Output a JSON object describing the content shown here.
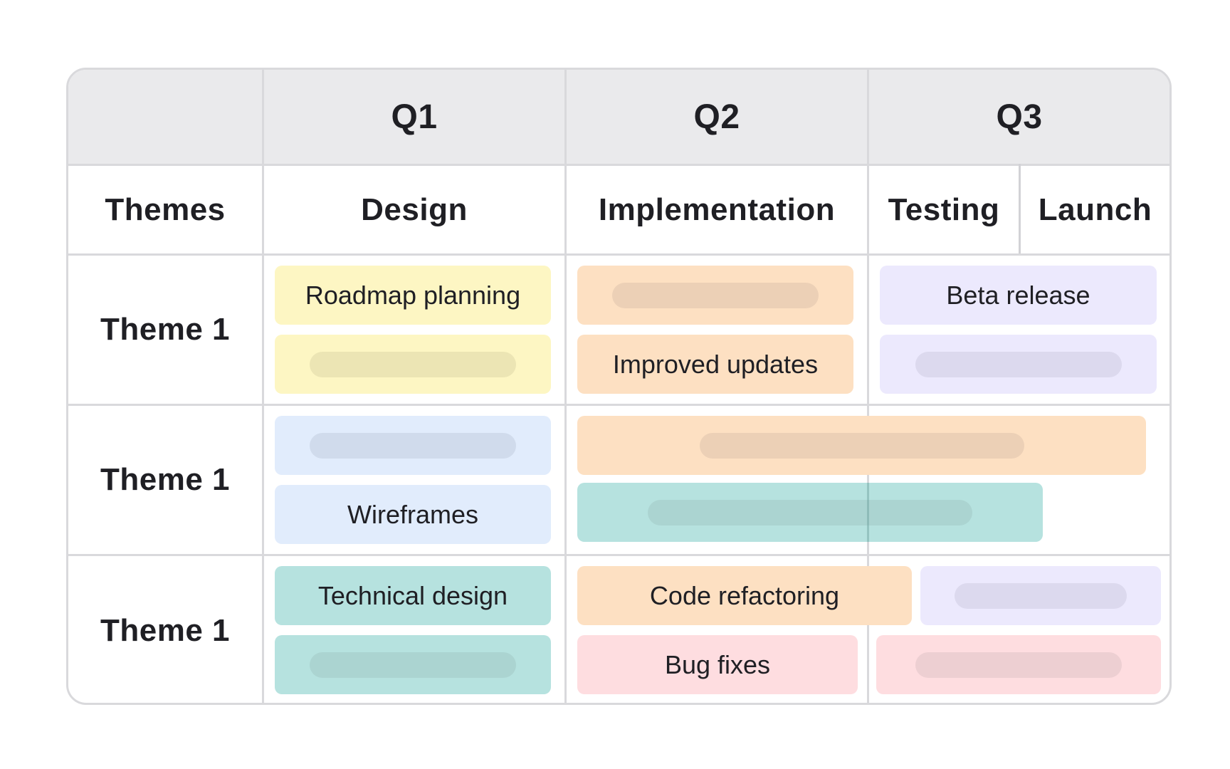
{
  "header": {
    "quarters": [
      "Q1",
      "Q2",
      "Q3"
    ]
  },
  "columns": {
    "themes_label": "Themes",
    "phases": [
      "Design",
      "Implementation",
      "Testing",
      "Launch"
    ]
  },
  "rows": [
    {
      "label": "Theme 1"
    },
    {
      "label": "Theme 1"
    },
    {
      "label": "Theme 1"
    }
  ],
  "cards": {
    "roadmap_planning": "Roadmap planning",
    "improved_updates": "Improved updates",
    "beta_release": "Beta release",
    "wireframes": "Wireframes",
    "technical_design": "Technical design",
    "code_refactoring": "Code refactoring",
    "bug_fixes": "Bug fixes"
  },
  "colors": {
    "yellow": "#fdf6c3",
    "orange": "#fde0c2",
    "purple": "#ece9fd",
    "blue": "#e1ecfc",
    "teal": "#b6e2df",
    "pink": "#fedde0",
    "grid": "#d9d9dc",
    "header_background": "#eaeaec"
  }
}
